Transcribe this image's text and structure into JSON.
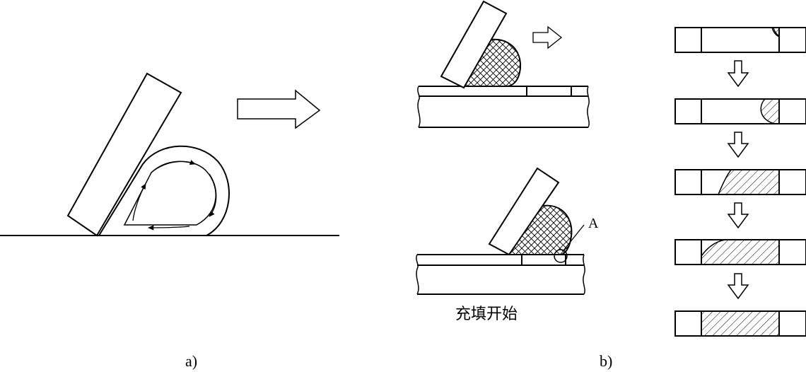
{
  "panel_a": {
    "label": "a)"
  },
  "panel_b": {
    "label": "b)",
    "point_label": "A",
    "caption": "充填开始"
  },
  "colors": {
    "ink": "#000000",
    "background": "#ffffff"
  }
}
